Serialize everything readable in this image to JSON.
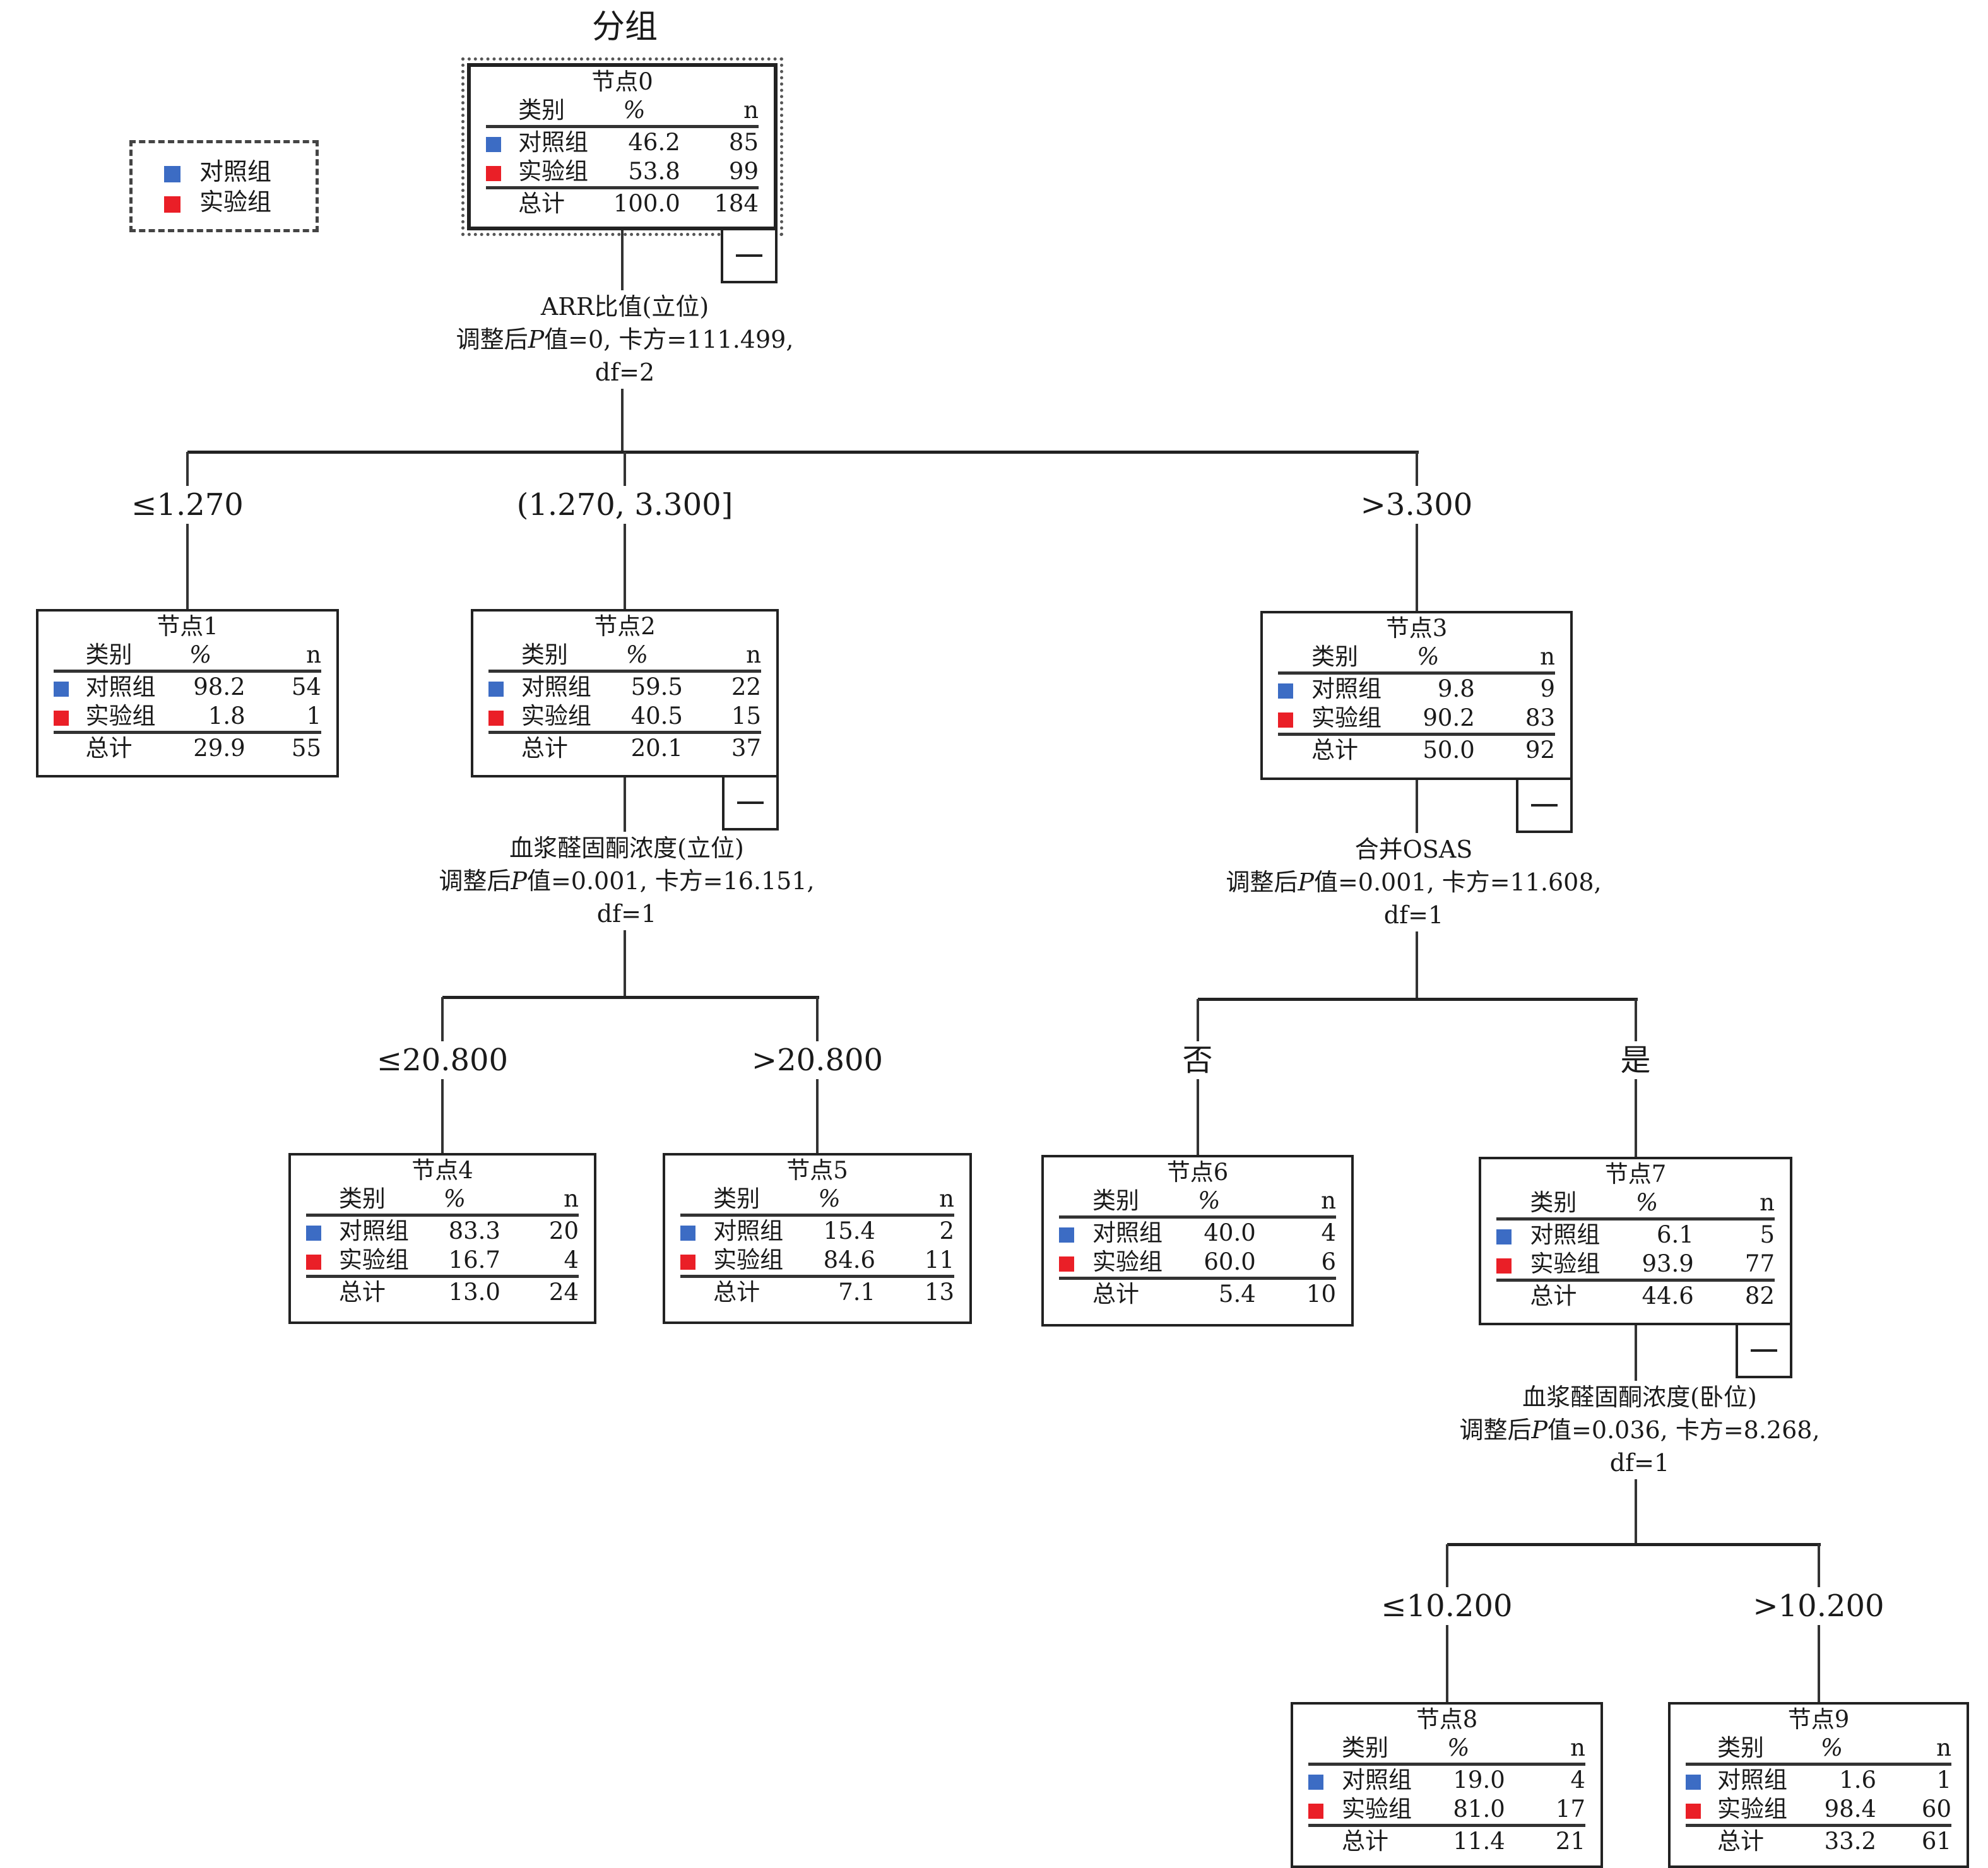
{
  "title": "分组",
  "colors": {
    "control": "#3c6cc4",
    "experimental": "#ea1f27"
  },
  "legend": [
    {
      "label": "对照组",
      "color_key": "control"
    },
    {
      "label": "实验组",
      "color_key": "experimental"
    }
  ],
  "table_headers": {
    "category": "类别",
    "percent": "%",
    "n": "n"
  },
  "total_label": "总计",
  "collapse_symbol": "—",
  "nodes": [
    {
      "id": 0,
      "title": "节点0",
      "rows": [
        {
          "label": "对照组",
          "pct": "46.2",
          "n": "85"
        },
        {
          "label": "实验组",
          "pct": "53.8",
          "n": "99"
        }
      ],
      "total": {
        "pct": "100.0",
        "n": "184"
      },
      "collapsible": true
    },
    {
      "id": 1,
      "title": "节点1",
      "rows": [
        {
          "label": "对照组",
          "pct": "98.2",
          "n": "54"
        },
        {
          "label": "实验组",
          "pct": "1.8",
          "n": "1"
        }
      ],
      "total": {
        "pct": "29.9",
        "n": "55"
      },
      "collapsible": false
    },
    {
      "id": 2,
      "title": "节点2",
      "rows": [
        {
          "label": "对照组",
          "pct": "59.5",
          "n": "22"
        },
        {
          "label": "实验组",
          "pct": "40.5",
          "n": "15"
        }
      ],
      "total": {
        "pct": "20.1",
        "n": "37"
      },
      "collapsible": true
    },
    {
      "id": 3,
      "title": "节点3",
      "rows": [
        {
          "label": "对照组",
          "pct": "9.8",
          "n": "9"
        },
        {
          "label": "实验组",
          "pct": "90.2",
          "n": "83"
        }
      ],
      "total": {
        "pct": "50.0",
        "n": "92"
      },
      "collapsible": true
    },
    {
      "id": 4,
      "title": "节点4",
      "rows": [
        {
          "label": "对照组",
          "pct": "83.3",
          "n": "20"
        },
        {
          "label": "实验组",
          "pct": "16.7",
          "n": "4"
        }
      ],
      "total": {
        "pct": "13.0",
        "n": "24"
      },
      "collapsible": false
    },
    {
      "id": 5,
      "title": "节点5",
      "rows": [
        {
          "label": "对照组",
          "pct": "15.4",
          "n": "2"
        },
        {
          "label": "实验组",
          "pct": "84.6",
          "n": "11"
        }
      ],
      "total": {
        "pct": "7.1",
        "n": "13"
      },
      "collapsible": false
    },
    {
      "id": 6,
      "title": "节点6",
      "rows": [
        {
          "label": "对照组",
          "pct": "40.0",
          "n": "4"
        },
        {
          "label": "实验组",
          "pct": "60.0",
          "n": "6"
        }
      ],
      "total": {
        "pct": "5.4",
        "n": "10"
      },
      "collapsible": false
    },
    {
      "id": 7,
      "title": "节点7",
      "rows": [
        {
          "label": "对照组",
          "pct": "6.1",
          "n": "5"
        },
        {
          "label": "实验组",
          "pct": "93.9",
          "n": "77"
        }
      ],
      "total": {
        "pct": "44.6",
        "n": "82"
      },
      "collapsible": true
    },
    {
      "id": 8,
      "title": "节点8",
      "rows": [
        {
          "label": "对照组",
          "pct": "19.0",
          "n": "4"
        },
        {
          "label": "实验组",
          "pct": "81.0",
          "n": "17"
        }
      ],
      "total": {
        "pct": "11.4",
        "n": "21"
      },
      "collapsible": false
    },
    {
      "id": 9,
      "title": "节点9",
      "rows": [
        {
          "label": "对照组",
          "pct": "1.6",
          "n": "1"
        },
        {
          "label": "实验组",
          "pct": "98.4",
          "n": "60"
        }
      ],
      "total": {
        "pct": "33.2",
        "n": "61"
      },
      "collapsible": false
    }
  ],
  "splits": [
    {
      "node": 0,
      "variable": "ARR比值(立位)",
      "p_prefix": "调整后",
      "p_letter": "P",
      "p_rest": "值=0, 卡方=111.499,",
      "df": "df=2",
      "children": [
        {
          "node": 1,
          "condition": "≤1.270"
        },
        {
          "node": 2,
          "condition": "(1.270, 3.300]"
        },
        {
          "node": 3,
          "condition": ">3.300"
        }
      ]
    },
    {
      "node": 2,
      "variable": "血浆醛固酮浓度(立位)",
      "p_prefix": "调整后",
      "p_letter": "P",
      "p_rest": "值=0.001, 卡方=16.151,",
      "df": "df=1",
      "children": [
        {
          "node": 4,
          "condition": "≤20.800"
        },
        {
          "node": 5,
          "condition": ">20.800"
        }
      ]
    },
    {
      "node": 3,
      "variable": "合并OSAS",
      "p_prefix": "调整后",
      "p_letter": "P",
      "p_rest": "值=0.001, 卡方=11.608,",
      "df": "df=1",
      "children": [
        {
          "node": 6,
          "condition": "否"
        },
        {
          "node": 7,
          "condition": "是"
        }
      ]
    },
    {
      "node": 7,
      "variable": "血浆醛固酮浓度(卧位)",
      "p_prefix": "调整后",
      "p_letter": "P",
      "p_rest": "值=0.036, 卡方=8.268,",
      "df": "df=1",
      "children": [
        {
          "node": 8,
          "condition": "≤10.200"
        },
        {
          "node": 9,
          "condition": ">10.200"
        }
      ]
    }
  ]
}
